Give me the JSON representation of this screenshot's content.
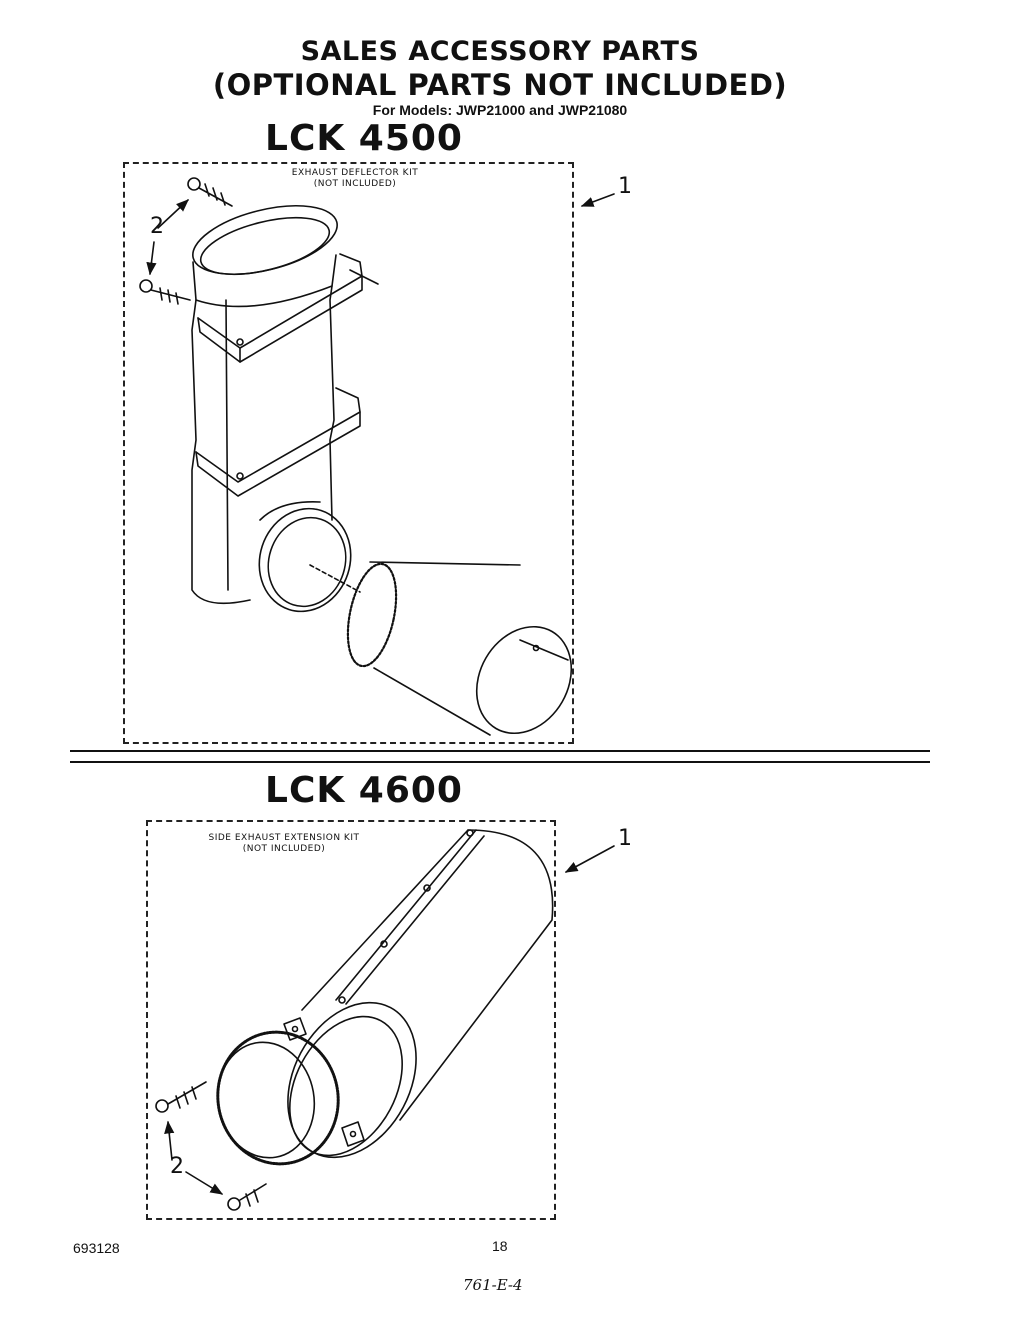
{
  "header": {
    "title_line1": "SALES ACCESSORY PARTS",
    "title_line2": "(OPTIONAL PARTS NOT INCLUDED)",
    "models": "For Models: JWP21000 and JWP21080"
  },
  "kit1": {
    "title": "LCK 4500",
    "label_line1": "EXHAUST DEFLECTOR KIT",
    "label_line2": "(NOT INCLUDED)",
    "callout_1": "1",
    "callout_2": "2"
  },
  "kit2": {
    "title": "LCK 4600",
    "label_line1": "SIDE EXHAUST EXTENSION KIT",
    "label_line2": "(NOT INCLUDED)",
    "callout_1": "1",
    "callout_2": "2"
  },
  "footer": {
    "doc_number": "693128",
    "page_number": "18",
    "handwritten": "761-E-4"
  }
}
